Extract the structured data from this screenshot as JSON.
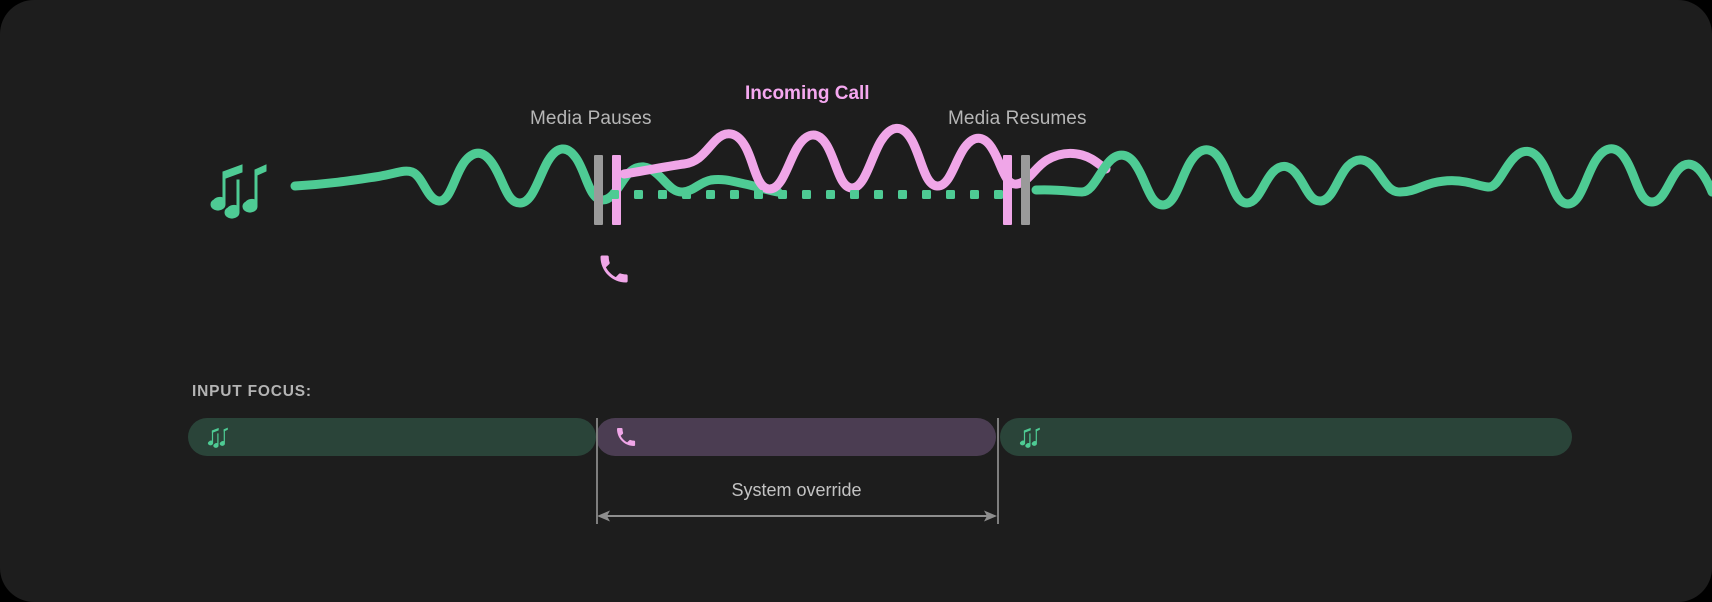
{
  "card": {
    "background": "#1d1d1d",
    "page_background": "#000000"
  },
  "colors": {
    "media_green": "#4ecb94",
    "call_pink": "#f0a6e8",
    "marker_gray": "#9a9a9a",
    "label_gray": "#b6b6b6",
    "bar_media_bg": "#2a4439",
    "bar_call_bg": "#4b3d52"
  },
  "timeline": {
    "labels": {
      "media_pauses": "Media Pauses",
      "incoming_call": "Incoming Call",
      "media_resumes": "Media Resumes"
    },
    "icons": {
      "media": "music-notes-icon",
      "call": "phone-icon"
    },
    "segments": [
      {
        "name": "media-before",
        "state": "playing",
        "source": "media",
        "color": "#4ecb94"
      },
      {
        "name": "call-interrupt",
        "state": "active",
        "source": "call",
        "color": "#f0a6e8"
      },
      {
        "name": "media-after",
        "state": "playing",
        "source": "media",
        "color": "#4ecb94"
      }
    ],
    "markers": [
      {
        "name": "pause-marker",
        "bars": [
          "gray",
          "pink"
        ]
      },
      {
        "name": "resume-marker",
        "bars": [
          "pink",
          "gray"
        ]
      }
    ],
    "ducked_track": {
      "name": "media-ducked-dotted",
      "style": "dotted",
      "color": "#4ecb94"
    }
  },
  "input_focus": {
    "title": "INPUT FOCUS:",
    "tracks": [
      {
        "name": "media-focus-before",
        "icon": "music-notes-icon",
        "color": "#2a4439"
      },
      {
        "name": "call-focus",
        "icon": "phone-icon",
        "color": "#4b3d52"
      },
      {
        "name": "media-focus-after",
        "icon": "music-notes-icon",
        "color": "#2a4439"
      }
    ],
    "override": {
      "label": "System override",
      "arrow": "double-headed-arrow"
    }
  }
}
